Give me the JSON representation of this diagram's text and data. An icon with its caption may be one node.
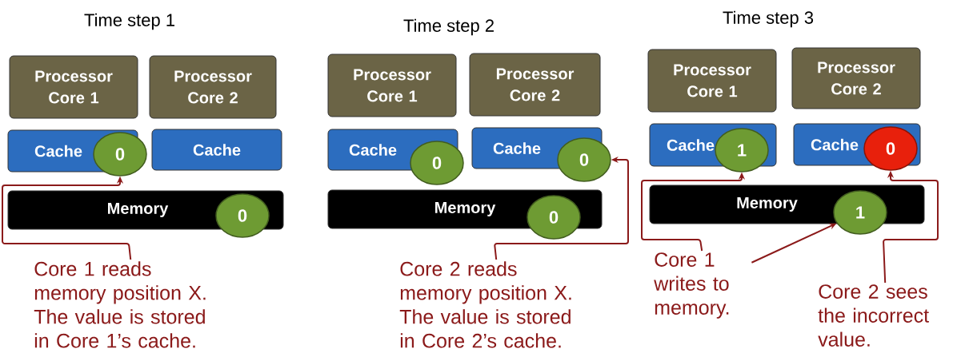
{
  "diagram": {
    "nodes": [
      {
        "text": [
          "Processor Core 1"
        ]
      },
      {
        "text": [
          "Processor Core 2"
        ]
      },
      {
        "text": [
          "Cache"
        ]
      },
      {
        "text": [
          "Cache"
        ]
      },
      {
        "text": [
          "0"
        ]
      },
      {
        "text": [
          "Memory"
        ]
      },
      {
        "text": [
          "0"
        ]
      },
      {
        "text": [
          "Core 1 reads memory position X. The value is stored in Core 1’s cache."
        ]
      },
      {
        "text": [
          "Processor Core 1"
        ]
      },
      {
        "text": [
          "Processor Core 2"
        ]
      },
      {
        "text": [
          "Cache"
        ]
      },
      {
        "text": [
          "Cache"
        ]
      },
      {
        "text": [
          "0"
        ]
      },
      {
        "text": [
          "0"
        ]
      },
      {
        "text": [
          "Memory"
        ]
      },
      {
        "text": [
          "0"
        ]
      },
      {
        "text": [
          "Core 2 reads memory position X. The value is stored in Core 2’s cache."
        ]
      },
      {
        "text": [
          "Processor Core 1"
        ]
      },
      {
        "text": [
          "Processor Core 2"
        ]
      },
      {
        "text": [
          "Cache"
        ]
      },
      {
        "text": [
          "Cache"
        ]
      },
      {
        "text": [
          "1"
        ]
      },
      {
        "text": [
          "0"
        ]
      },
      {
        "text": [
          "Memory"
        ]
      },
      {
        "text": [
          "1"
        ]
      },
      {
        "text": [
          "Core 1 writes to memory."
        ]
      },
      {
        "text": [
          "Core 2 sees the incorrect value."
        ]
      }
    ],
    "edges": [
      {
        "from": 7,
        "to": 4,
        "arrow": "to"
      },
      {
        "from": 16,
        "to": 13,
        "arrow": "to"
      },
      {
        "from": 25,
        "to": 21,
        "arrow": "to"
      },
      {
        "from": 25,
        "to": 24,
        "arrow": "to"
      },
      {
        "from": 26,
        "to": 22,
        "arrow": "to"
      }
    ],
    "labels": [
      "Time step 1",
      "Time step 2",
      "Time step 3"
    ]
  }
}
